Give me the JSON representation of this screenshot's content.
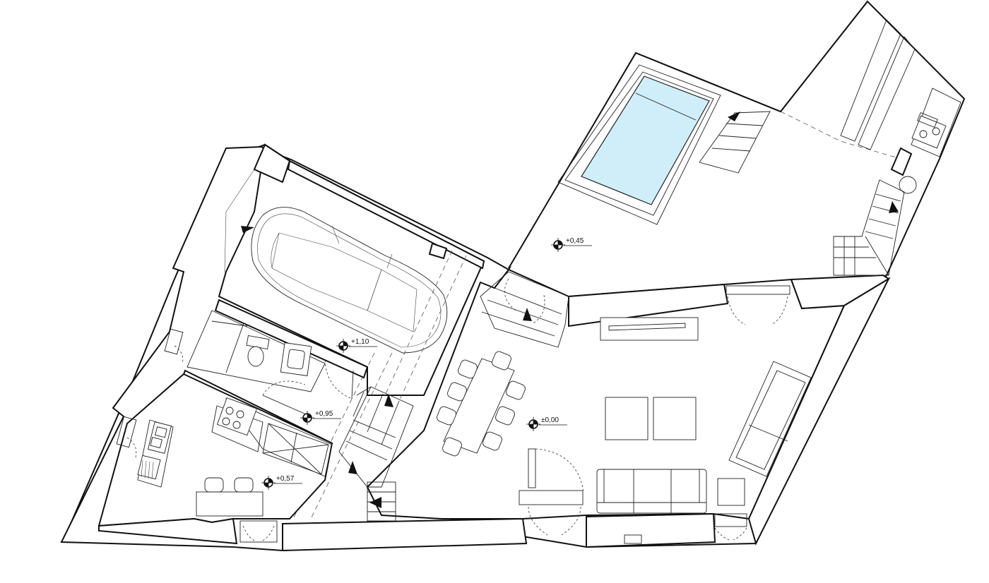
{
  "colors": {
    "line": "#111111",
    "pool_water": "#cfeefa",
    "background": "#ffffff"
  },
  "levels": [
    {
      "id": "pool-terrace",
      "label": "+0,45"
    },
    {
      "id": "garage",
      "label": "+1,10"
    },
    {
      "id": "bathroom-hall",
      "label": "+0,95"
    },
    {
      "id": "living",
      "label": "±0,00"
    },
    {
      "id": "kitchen",
      "label": "+0,57"
    }
  ],
  "icons": {
    "level_marker": "crosshair-circle-icon",
    "stair_arrow": "triangle-arrow-icon"
  }
}
